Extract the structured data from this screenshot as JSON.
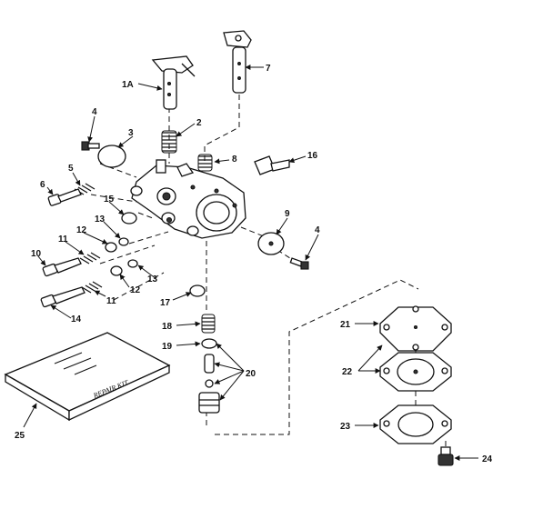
{
  "callouts": [
    "1A",
    "2",
    "3",
    "4",
    "5",
    "6",
    "7",
    "8",
    "9",
    "4",
    "10",
    "11",
    "12",
    "13",
    "14",
    "11",
    "12",
    "13",
    "15",
    "16",
    "17",
    "18",
    "19",
    "20",
    "21",
    "22",
    "23",
    "24",
    "25"
  ],
  "kit_label": "REPAIR KIT"
}
